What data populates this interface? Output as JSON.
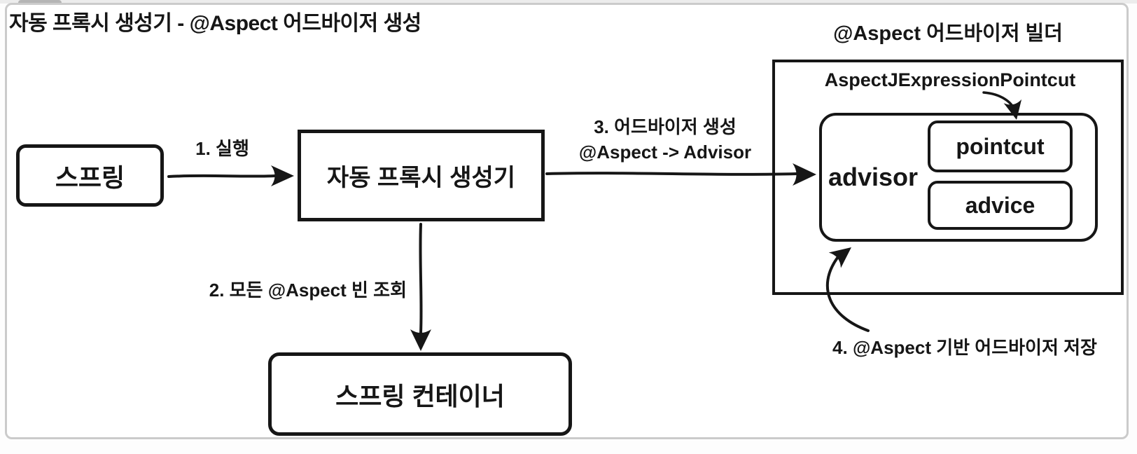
{
  "title": "자동 프록시 생성기 - @Aspect 어드바이저 생성",
  "nodes": {
    "spring": "스프링",
    "auto_proxy_creator": "자동 프록시 생성기",
    "spring_container": "스프링 컨테이너"
  },
  "builder": {
    "title": "@Aspect 어드바이저 빌더",
    "pointcut_class": "AspectJExpressionPointcut",
    "advisor_label": "advisor",
    "pointcut_label": "pointcut",
    "advice_label": "advice"
  },
  "steps": {
    "step1": "1. 실행",
    "step2": "2. 모든 @Aspect 빈 조회",
    "step3_line1": "3. 어드바이저 생성",
    "step3_line2": "@Aspect -> Advisor",
    "step4": "4. @Aspect 기반 어드바이저 저장"
  },
  "colors": {
    "ink": "#161616",
    "frame_border": "#cbcbcb",
    "background": "#ffffff"
  }
}
